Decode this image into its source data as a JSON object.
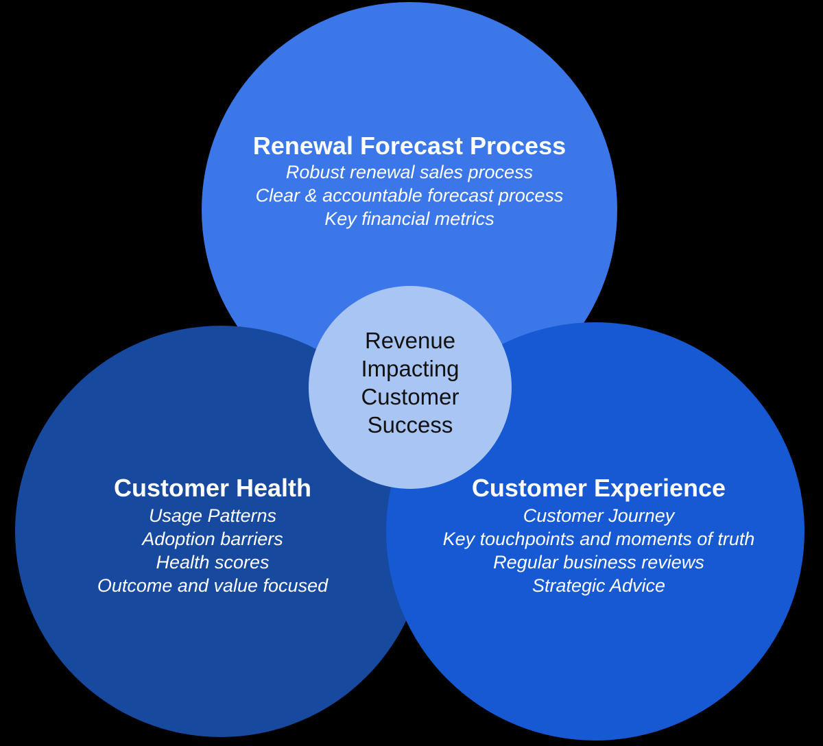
{
  "venn": {
    "background_color": "#000000",
    "label_text_color": "#ffffff",
    "regions": {
      "renewal": {
        "title": "Renewal Forecast Process",
        "items": [
          "Robust renewal sales process",
          "Clear & accountable forecast process",
          "Key financial metrics"
        ],
        "fill": "#3b77e8"
      },
      "health": {
        "title": "Customer Health",
        "items": [
          "Usage Patterns",
          "Adoption barriers",
          "Health scores",
          "Outcome and value focused"
        ],
        "fill": "#17499e"
      },
      "experience": {
        "title": "Customer Experience",
        "items": [
          "Customer Journey",
          "Key touchpoints and moments of truth",
          "Regular business reviews",
          "Strategic Advice"
        ],
        "fill": "#1659d3"
      },
      "core": {
        "lines": [
          "Revenue",
          "Impacting",
          "Customer",
          "Success"
        ],
        "fill": "#a9c5f4",
        "text_color": "#111111"
      }
    }
  }
}
